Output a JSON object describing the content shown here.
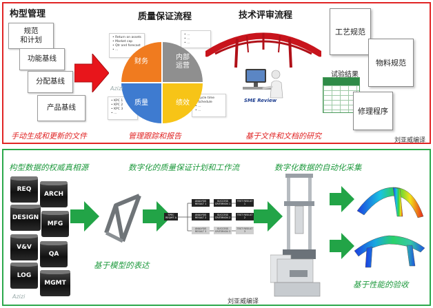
{
  "top": {
    "config_mgmt_title": "构型管理",
    "config_items": [
      "规范\n和计划",
      "功能基线",
      "分配基线",
      "产品基线"
    ],
    "config_caption": "手动生成和更新的文件",
    "quality_title": "质量保证流程",
    "pie_labels": {
      "top_left": "财务",
      "top_right": "内部\n运营",
      "bottom_left": "质量",
      "bottom_right": "绩效"
    },
    "list_top_left": [
      "Return on assets",
      "Market cap",
      "Qtr and forecast",
      "..."
    ],
    "list_bottom_left": [
      "KPC 1",
      "KPC 2",
      "KPC 3",
      "..."
    ],
    "list_top_right": [
      "...",
      "...",
      "..."
    ],
    "list_bottom_right": [
      "Cycle time",
      "Schedule",
      "...",
      "..."
    ],
    "quality_caption": "管理跟踪和报告",
    "review_title": "技术评审流程",
    "sme_review_label": "SME Review",
    "docs": {
      "process_spec": "工艺规范",
      "material_spec": "物料规范",
      "test_results": "试验结果",
      "repair_procedure": "修理程序"
    },
    "review_caption": "基于文件和文档的研究",
    "credit": "刘亚威编译"
  },
  "bottom": {
    "caption_source": "构型数据的权威真相源",
    "caption_plan": "数字化的质量保证计划和工作流",
    "caption_collect": "数字化数据的自动化采集",
    "caption_model": "基于模型的表达",
    "caption_acceptance": "基于性能的验收",
    "databases": [
      "REQ",
      "ARCH",
      "DESIGN",
      "MFG",
      "V&V",
      "QA",
      "LOG",
      "MGMT"
    ],
    "flow": {
      "start": "SPEC REQMT A",
      "rows": [
        [
          "ANALYSIS RESULT 1",
          "SUCCESS CRITERION 1",
          "TEST RESULT 1"
        ],
        [
          "ANALYSIS RESULT 2",
          "SUCCESS CRITERION 2",
          "TEST RESULT 2"
        ],
        [
          "ANALYSIS RESULT 3",
          "SUCCESS CRITERION 3",
          "TEST RESULT 3"
        ]
      ]
    },
    "credit": "刘亚威编译"
  },
  "watermark": "Azizi",
  "icons": {
    "red_arrow": "right-arrow-icon",
    "green_arrow": "right-arrow-icon",
    "database": "database-icon",
    "computer": "computer-user-icon",
    "bridge": "arch-bridge-icon",
    "test_machine": "test-machine-icon"
  },
  "colors": {
    "top_border": "#e02424",
    "bottom_border": "#2aa84a",
    "pie_finance": "#f07b1f",
    "pie_operations": "#8f8f8f",
    "pie_quality": "#3e7bd0",
    "pie_performance": "#f7c417"
  }
}
